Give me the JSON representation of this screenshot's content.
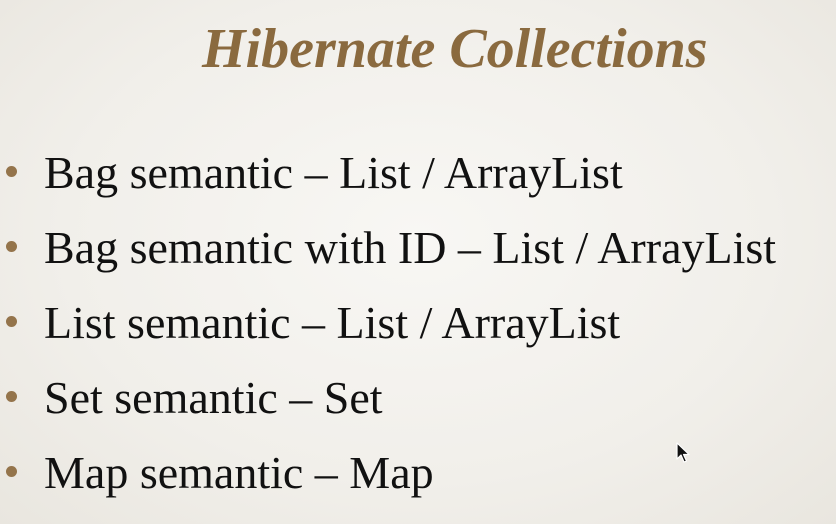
{
  "slide": {
    "title": "Hibernate Collections",
    "bullets": [
      "Bag semantic – List / ArrayList",
      "Bag semantic with ID – List / ArrayList",
      "List semantic – List / ArrayList",
      "Set semantic – Set",
      "Map semantic – Map"
    ]
  },
  "colors": {
    "title": "#8a6a3f",
    "bullet_dot": "#94744b",
    "text": "#111111",
    "background": "#f1efea"
  },
  "icons": {
    "cursor": "mouse-pointer-icon"
  }
}
